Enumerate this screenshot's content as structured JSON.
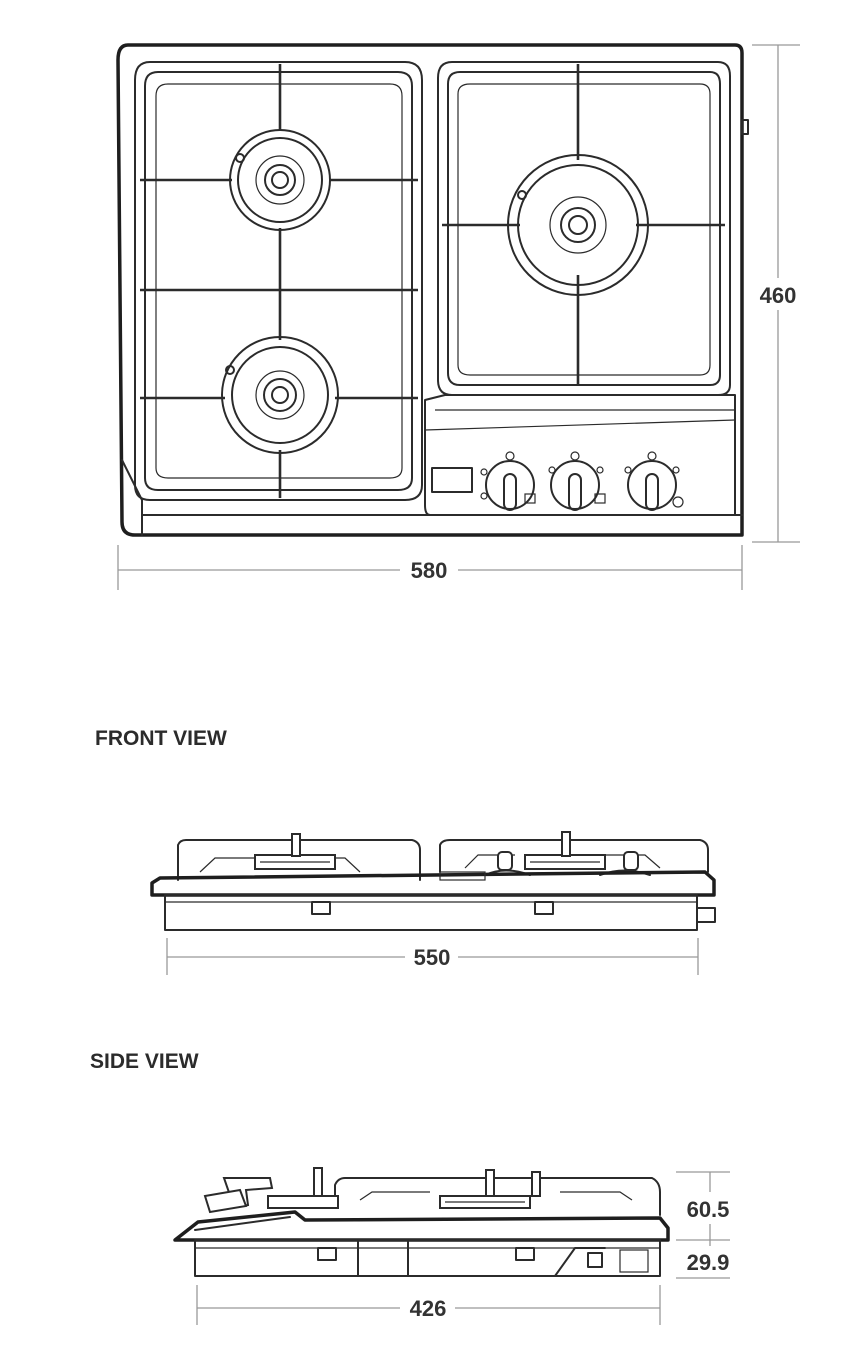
{
  "top_view": {
    "width_label": "580",
    "depth_label": "460"
  },
  "front_view": {
    "title": "FRONT VIEW",
    "width_label": "550"
  },
  "side_view": {
    "title": "SIDE VIEW",
    "depth_label": "426",
    "height_upper_label": "60.5",
    "height_lower_label": "29.9"
  }
}
